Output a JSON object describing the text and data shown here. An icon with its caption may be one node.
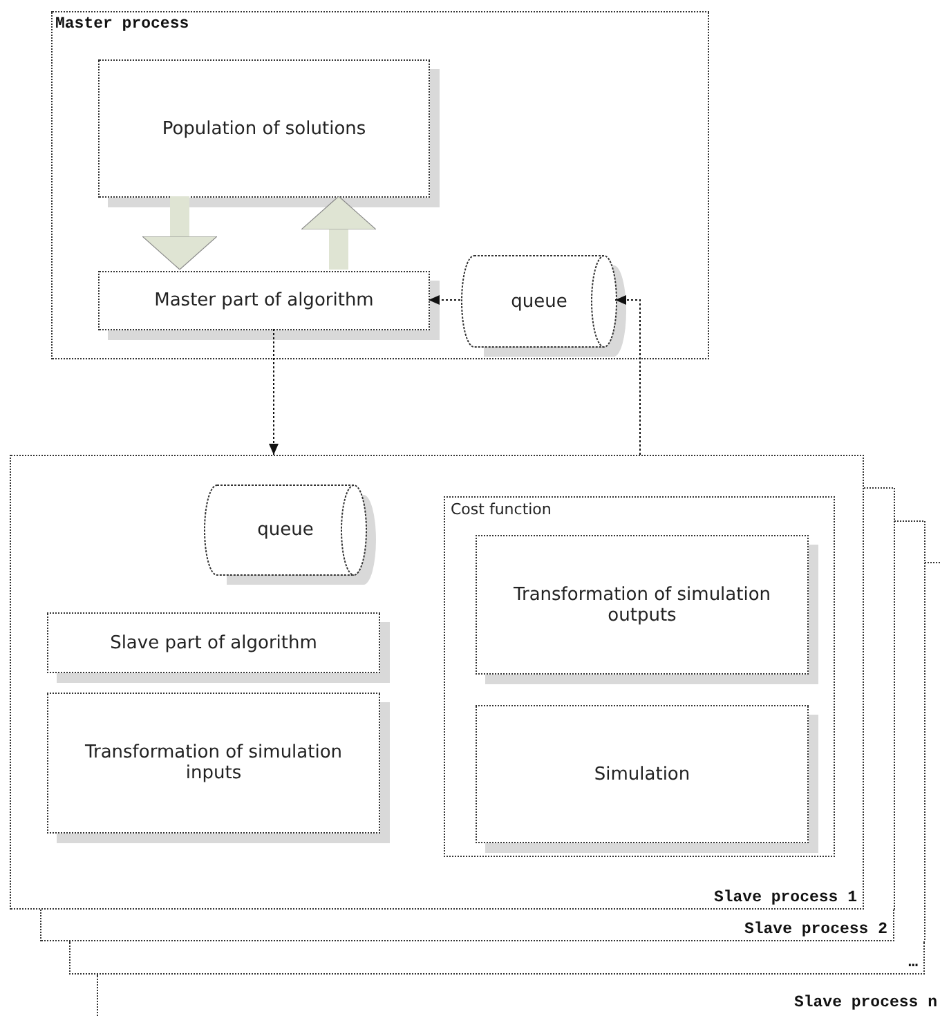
{
  "diagram": {
    "nodes": [
      {
        "text": [
          "Master process"
        ]
      },
      {
        "text": [
          "Population of solutions"
        ],
        "in": 0
      },
      {
        "text": [
          "Master part of algorithm"
        ],
        "in": 0
      },
      {
        "text": [
          "queue"
        ],
        "in": 0
      },
      {
        "text": [
          "Slave process 1"
        ]
      },
      {
        "text": [
          "queue"
        ],
        "in": 4
      },
      {
        "text": [
          "Slave part of algorithm"
        ],
        "in": 4
      },
      {
        "text": [
          "Transformation of simulation inputs"
        ],
        "in": 4
      },
      {
        "text": [
          "Cost function"
        ],
        "in": 4
      },
      {
        "text": [
          "Transformation of simulation outputs"
        ],
        "in": 8
      },
      {
        "text": [
          "Simulation"
        ],
        "in": 8
      },
      {
        "text": [
          "Slave process 2"
        ]
      },
      {
        "text": [
          "…"
        ]
      },
      {
        "text": [
          "Slave process n"
        ]
      }
    ],
    "edges": [
      {
        "from": 1,
        "to": 2,
        "arrow": "to",
        "style": "thick",
        "color": "#dfe4d3"
      },
      {
        "from": 2,
        "to": 1,
        "arrow": "to",
        "style": "thick",
        "color": "#dfe4d3"
      },
      {
        "from": 3,
        "to": 2,
        "arrow": "to",
        "style": "dashed"
      },
      {
        "from": 2,
        "to": 4,
        "arrow": "to",
        "style": "dashed"
      },
      {
        "from": 4,
        "to": 3,
        "arrow": "to",
        "style": "dashed"
      }
    ]
  }
}
